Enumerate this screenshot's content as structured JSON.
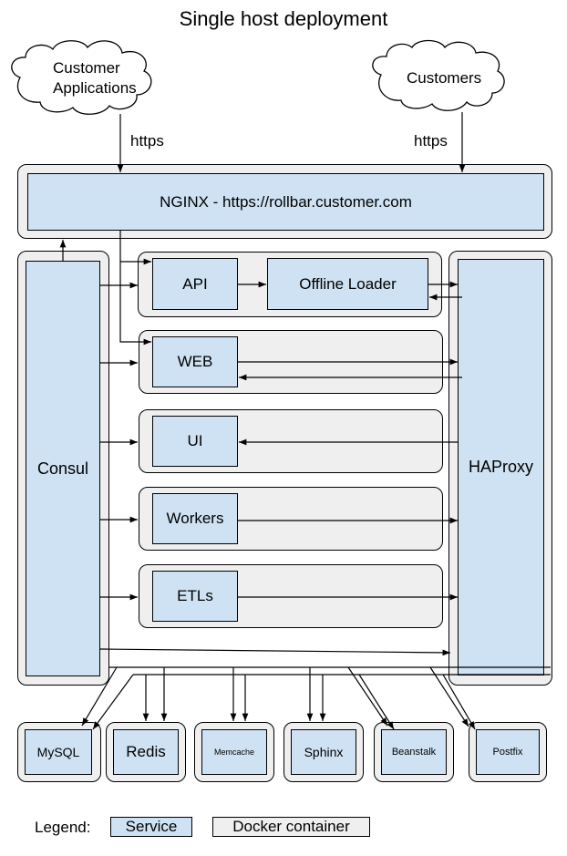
{
  "title": "Single host deployment",
  "clouds": {
    "customer_applications": "Customer\nApplications",
    "customers": "Customers"
  },
  "protocol_labels": {
    "left": "https",
    "right": "https"
  },
  "nginx": {
    "label": "NGINX - https://rollbar.customer.com"
  },
  "services": {
    "consul": "Consul",
    "haproxy": "HAProxy",
    "api": "API",
    "offline_loader": "Offline Loader",
    "web": "WEB",
    "ui": "UI",
    "workers": "Workers",
    "etls": "ETLs"
  },
  "backends": {
    "mysql": "MySQL",
    "redis": "Redis",
    "memcache": "Memcache",
    "sphinx": "Sphinx",
    "beanstalk": "Beanstalk",
    "postfix": "Postfix"
  },
  "legend": {
    "label": "Legend:",
    "service": "Service",
    "docker_container": "Docker container"
  },
  "colors": {
    "service_fill": "#cfe2f3",
    "container_fill": "#efefef",
    "stroke": "#000000"
  }
}
